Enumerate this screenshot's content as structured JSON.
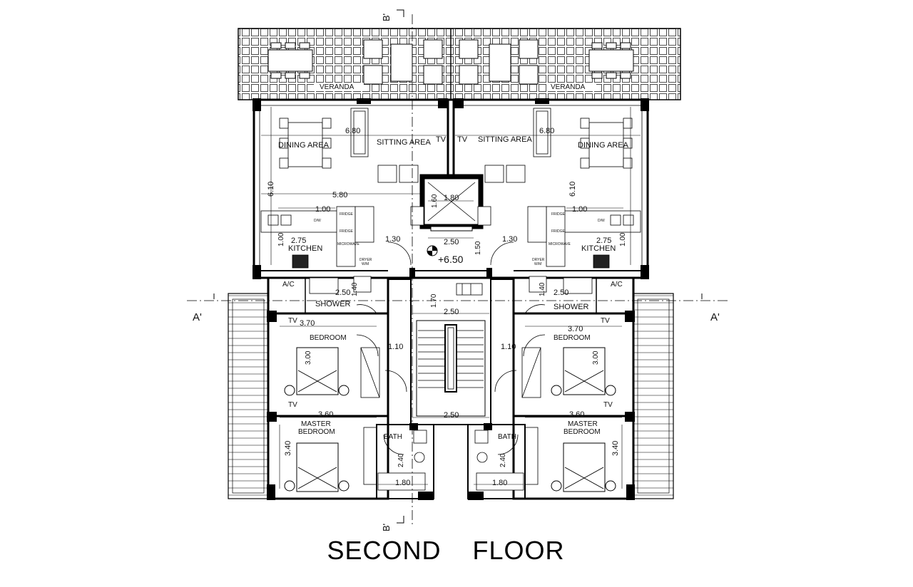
{
  "title": "SECOND    FLOOR",
  "level": "+6.50",
  "section_marks": {
    "a": "A'",
    "b": "B'"
  },
  "rooms": {
    "veranda": "VERANDA",
    "dining": "DINING  AREA",
    "sitting": "SITTING AREA",
    "kitchen": "KITCHEN",
    "shower": "SHOWER",
    "ac": "A/C",
    "bedroom": "BEDROOM",
    "master_1": "MASTER",
    "master_2": "BEDROOM",
    "bath": "BATH",
    "tv": "TV"
  },
  "appliances": {
    "fridge": "FRIDGE",
    "microwave": "MICROWAVE",
    "dw": "D/W",
    "dryer": "DRYER",
    "wm": "W/M"
  },
  "dims": {
    "d680": "6.80",
    "d610": "6.10",
    "d580": "5.80",
    "d180": "1.80",
    "d160": "1.60",
    "d100": "1.00",
    "d275": "2.75",
    "d130": "1.30",
    "d250": "2.50",
    "d150": "1.50",
    "d140": "1.40",
    "d170": "1.70",
    "d370": "3.70",
    "d110": "1.10",
    "d300": "3.00",
    "d360": "3.60",
    "d340": "3.40",
    "d240": "2.40"
  }
}
